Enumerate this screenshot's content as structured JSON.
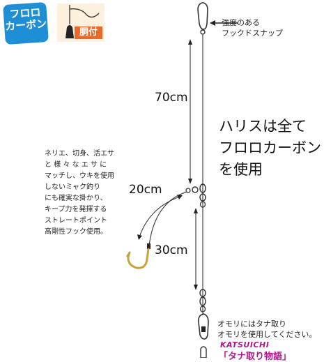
{
  "badge": {
    "line1": "フロロ",
    "line2": "カーボン"
  },
  "weight_icon": {
    "label": "胴付"
  },
  "snap_label": {
    "line1": "強度のある",
    "line2": "フックドスナップ"
  },
  "lengths": {
    "main": "70cm",
    "branch": "20cm",
    "lower": "30cm"
  },
  "harisu_note": {
    "line1": "ハリスは全て",
    "line2": "フロロカーボン",
    "line3": "を使用"
  },
  "hook_description": {
    "lines": [
      "ネリエ、切身、活エサ",
      "と 様 々 な エ サ に",
      "マッチし、ウキを使用",
      "しないミャク釣り",
      "にも確実な掛かり、",
      "キープ力を発揮する",
      "ストレートポイント",
      "高剛性フック使用。"
    ]
  },
  "sinker_note": {
    "line1": "オモリにはタナ取り",
    "line2": "オモリを使用してください。"
  },
  "brand": "KATSUICHI",
  "series": "「タナ取り物語」",
  "colors": {
    "badge": "#1e8fd4",
    "weight_label": "#e8692a",
    "brand": "#b0178a",
    "hook": "#c8a23c"
  }
}
